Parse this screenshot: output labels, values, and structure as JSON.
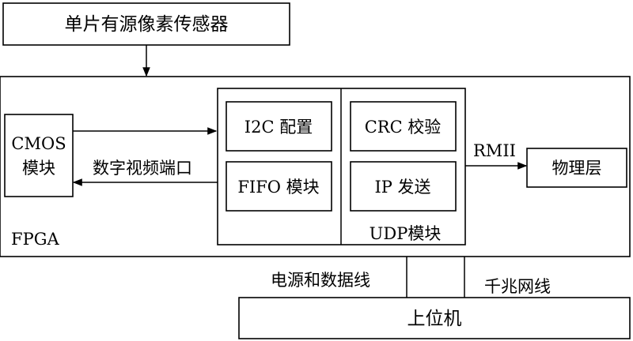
{
  "labels": {
    "sensor": "单片有源像素传感器",
    "fpga": "FPGA",
    "cmos_line1": "CMOS",
    "cmos_line2": "模块",
    "digital_video_port": "数字视频端口",
    "i2c": "I2C 配置",
    "fifo": "FIFO 模块",
    "crc": "CRC 校验",
    "ip_send": "IP 发送",
    "udp": "UDP模块",
    "rmii": "RMII",
    "phy": "物理层",
    "power_data_line": "电源和数据线",
    "gigabit_line": "千兆网线",
    "host": "上位机"
  },
  "colors": {
    "stroke": "#000000",
    "background": "#ffffff"
  }
}
